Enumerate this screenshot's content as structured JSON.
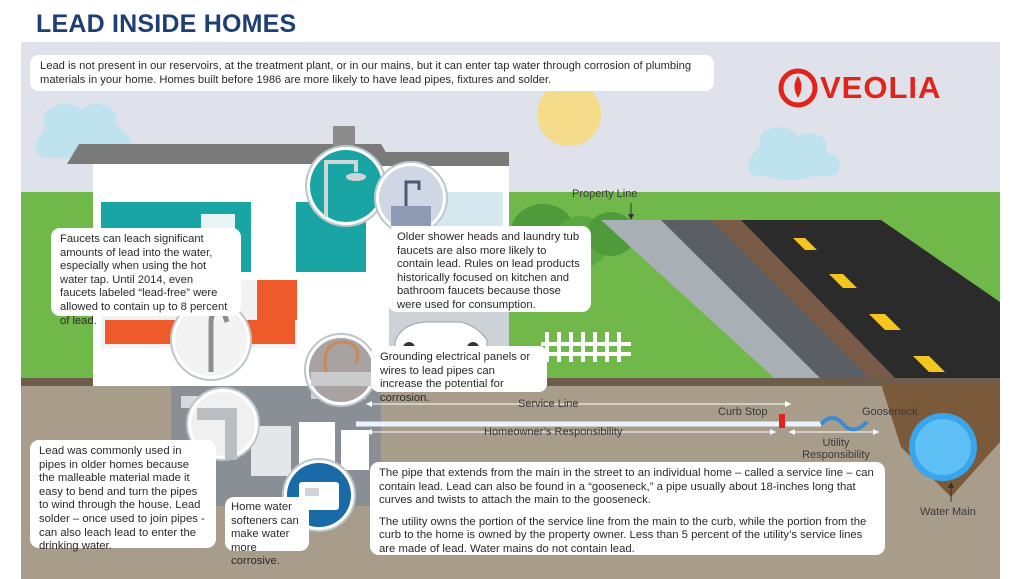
{
  "title": "LEAD INSIDE HOMES",
  "brand": {
    "name": "VEOLIA",
    "color": "#e2231a",
    "icon": "veolia-drop-logo"
  },
  "intro": "Lead is not present in our reservoirs, at the treatment plant, or in our mains, but it can enter tap water through corrosion of plumbing materials in your home. Homes built before 1986 are more likely to have lead pipes, fixtures and solder.",
  "callouts": {
    "faucets": "Faucets can leach significant amounts of lead into the water, especially when using the hot water tap. Until 2014, even faucets labeled “lead-free” were allowed to contain up to 8 percent of lead.",
    "shower_heads": "Older shower heads and laundry tub faucets are also more likely to contain lead. Rules on lead products historically focused on kitchen and bathroom faucets because those were used for consumption.",
    "grounding": "Grounding electrical panels or wires to lead pipes can increase the potential for corrosion.",
    "lead_pipes": "Lead  was commonly used in pipes in older  homes because the malleable material made it easy to bend and turn the pipes to wind through the house.  Lead solder – once used to join pipes - can also leach lead to enter the drinking water.",
    "softeners": "Home water softeners can make water more corrosive.",
    "service_line_p1": "The pipe that extends from the main in the street to an individual home – called a service line – can contain lead. Lead can also be found in a “gooseneck,” a pipe usually about 18-inches long that curves and twists to attach the main to the gooseneck.",
    "service_line_p2": "The utility owns the portion of the service line from the main to the curb, while the portion from the curb to the home is owned by the property owner. Less than 5 percent of the utility’s service lines are made of lead. Water mains do not contain lead."
  },
  "labels": {
    "property_line": "Property Line",
    "service_line": "Service Line",
    "curb_stop": "Curb Stop",
    "gooseneck": "Gooseneck",
    "homeowner": "Homeowner’s Responsibility",
    "utility": "Utility Responsibility",
    "water_main": "Water Main"
  },
  "colors": {
    "title": "#1e3f73",
    "sky": "#dfe2ea",
    "grass": "#71b84a",
    "asphalt": "#2b2b2b",
    "road_stripe": "#f4c51e",
    "house_wall": "#ffffff",
    "roof": "#7a7a7a",
    "kitchen_accent": "#ee5a2a",
    "bath_accent": "#1aa5a5",
    "ground": "#a89c8a",
    "water_main": "#3aa5ea",
    "sun": "#f5dc8a",
    "cloud": "#bfe3ee"
  }
}
